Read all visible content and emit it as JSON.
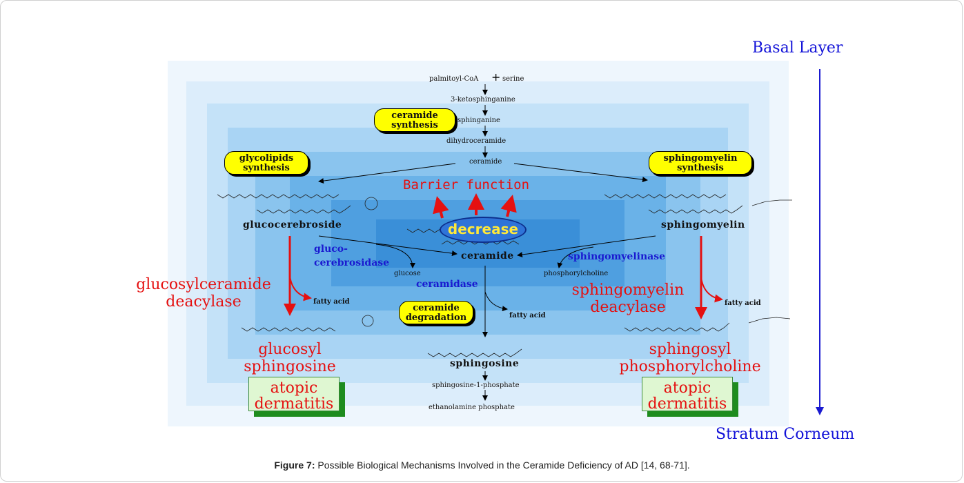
{
  "layers": {
    "top": "Basal Layer",
    "bottom": "Stratum Corneum"
  },
  "pathway": {
    "palmitoyl": "palmitoyl-CoA",
    "plus": "+",
    "serine": "serine",
    "keto": "3-ketosphinganine",
    "sphinganine": "sphinganine",
    "dihydroceramide": "dihydroceramide",
    "ceramide_top": "ceramide"
  },
  "labels": {
    "ceramide_synthesis": [
      "ceramide",
      "synthesis"
    ],
    "glycolipids_synthesis": [
      "glycolipids",
      "synthesis"
    ],
    "sphingomyelin_synthesis": [
      "sphingomyelin",
      "synthesis"
    ],
    "ceramide_degradation": [
      "ceramide",
      "degradation"
    ]
  },
  "barrier": "Barrier  function",
  "decrease": "decrease",
  "glucocerebroside": "glucocerebroside",
  "sphingomyelin": "sphingomyelin",
  "ceramide_center": "ceramide",
  "enzymes": {
    "glucocerebrosidase": [
      "gluco-",
      "cerebrosidase"
    ],
    "sphingomyelinase": "sphingomyelinase",
    "ceramidase": "ceramidase"
  },
  "products": {
    "glucose": "glucose",
    "phosphorylcholine": "phosphorylcholine",
    "fatty_acid_left": "fatty acid",
    "fatty_acid_center": "fatty acid",
    "fatty_acid_right": "fatty acid",
    "sphingosine": "sphingosine",
    "s1p": "sphingosine-1-phosphate",
    "ethanolamine": "ethanolamine phosphate"
  },
  "deacylases": {
    "left": [
      "glucosylceramide",
      "deacylase"
    ],
    "right": [
      "sphingomyelin",
      "deacylase"
    ]
  },
  "results": {
    "left": [
      "glucosyl",
      "sphingosine"
    ],
    "right": [
      "sphingosyl",
      "phosphorylcholine"
    ]
  },
  "disease": {
    "left": [
      "atopic",
      "dermatitis"
    ],
    "right": [
      "atopic",
      "dermatitis"
    ]
  },
  "caption": {
    "label": "Figure 7:",
    "text": " Possible Biological Mechanisms Involved in the Ceramide Deficiency of AD [14, 68-71]."
  }
}
